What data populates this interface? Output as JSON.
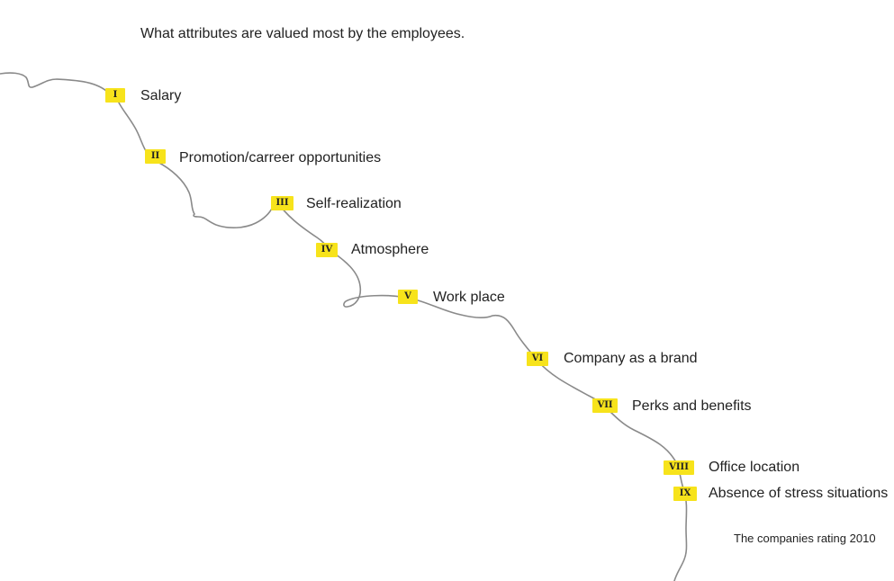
{
  "title": "What attributes are valued most by the employees.",
  "footnote": "The companies rating 2010",
  "colors": {
    "badge": "#f7e31b",
    "line": "#8a8a8a",
    "text": "#222222"
  },
  "items": [
    {
      "numeral": "I",
      "label": "Salary"
    },
    {
      "numeral": "II",
      "label": "Promotion/carreer opportunities"
    },
    {
      "numeral": "III",
      "label": "Self-realization"
    },
    {
      "numeral": "IV",
      "label": "Atmosphere"
    },
    {
      "numeral": "V",
      "label": "Work place"
    },
    {
      "numeral": "VI",
      "label": "Company as a brand"
    },
    {
      "numeral": "VII",
      "label": "Perks and benefits"
    },
    {
      "numeral": "VIII",
      "label": "Office location"
    },
    {
      "numeral": "IX",
      "label": "Absence of stress situations"
    }
  ]
}
